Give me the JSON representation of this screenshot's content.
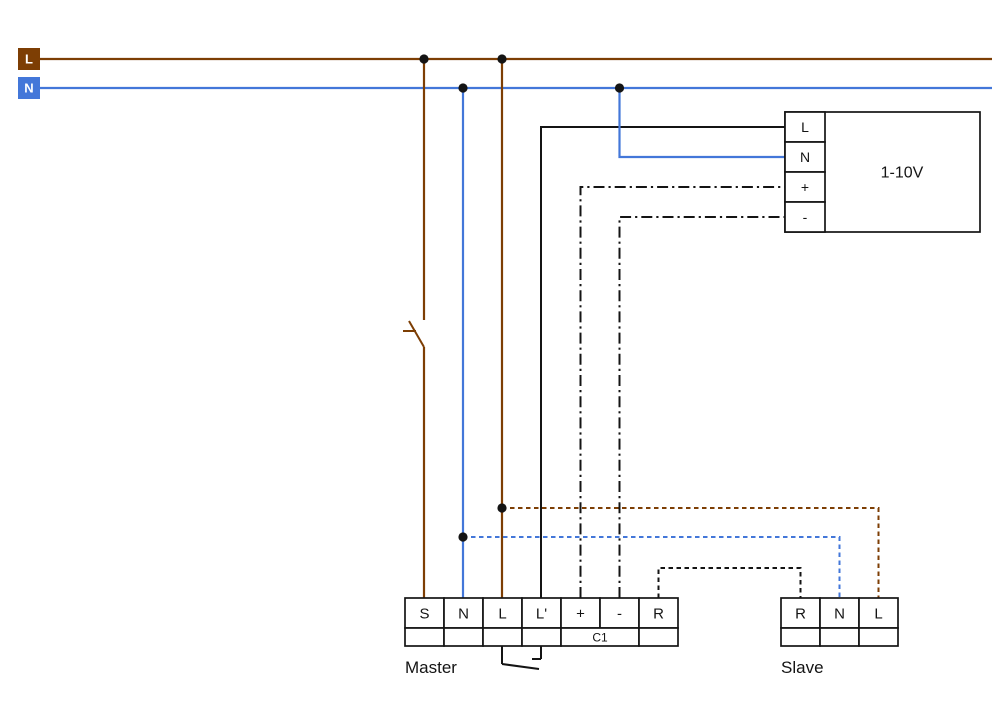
{
  "diagram": {
    "kind": "wiring-diagram",
    "colors": {
      "line_brown": "#7d3e04",
      "line_blue": "#4377d9",
      "line_black": "#141414",
      "background": "#ffffff"
    },
    "supply": {
      "l": {
        "label": "L"
      },
      "n": {
        "label": "N"
      }
    },
    "device": {
      "label": "1-10V",
      "terminals": [
        "L",
        "N",
        "+",
        "-"
      ]
    },
    "master": {
      "caption": "Master",
      "terminals": [
        "S",
        "N",
        "L",
        "L'",
        "+",
        "-",
        "R"
      ],
      "channel_label": "C1"
    },
    "slave": {
      "caption": "Slave",
      "terminals": [
        "R",
        "N",
        "L"
      ]
    }
  }
}
